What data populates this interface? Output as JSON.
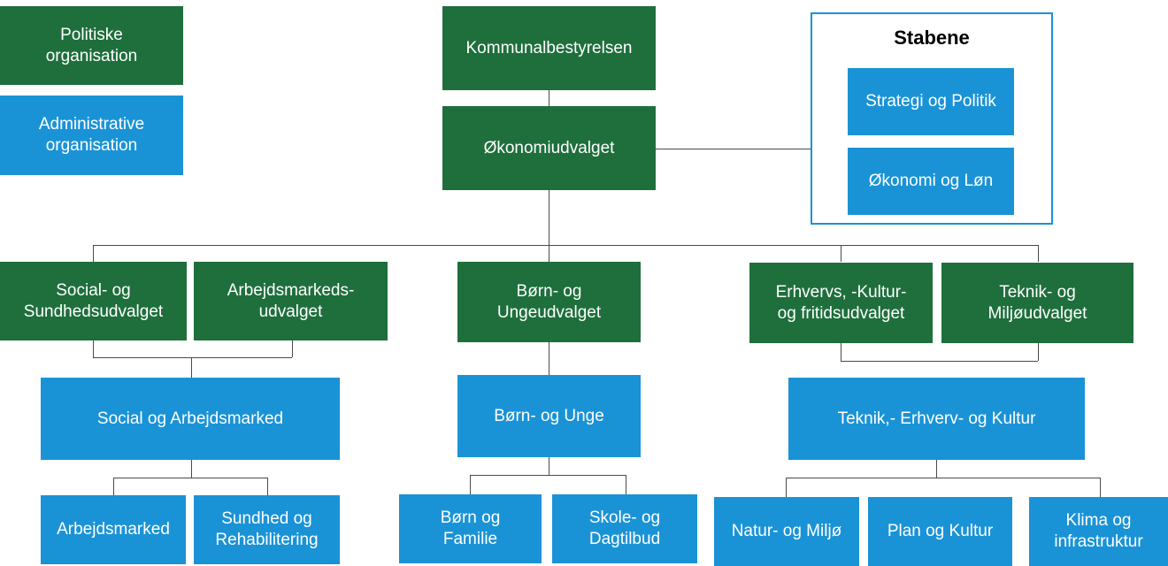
{
  "legend": {
    "political": "Politiske\norganisation",
    "administrative": "Administrative\norganisation"
  },
  "top": {
    "council": "Kommunalbestyrelsen",
    "finance_committee": "Økonomiudvalget"
  },
  "staff": {
    "title": "Stabene",
    "strategy": "Strategi og Politik",
    "finance": "Økonomi og Løn"
  },
  "committees": {
    "social_health": "Social- og\nSundhedsudvalget",
    "labour_market": "Arbejdsmarkeds-\nudvalget",
    "children_youth": "Børn- og\nUngeudvalget",
    "business_culture": "Erhvervs, -Kultur-\nog fritidsudvalget",
    "technical_env": "Teknik- og\nMiljøudvalget"
  },
  "departments": {
    "social_labour": "Social og Arbejdsmarked",
    "children_youth": "Børn- og Unge",
    "technical_business": "Teknik,- Erhverv- og Kultur"
  },
  "units": {
    "labour_market": "Arbejdsmarked",
    "health_rehab": "Sundhed og\nRehabilitering",
    "children_family": "Børn og\nFamilie",
    "school_daycare": "Skole- og\nDagtilbud",
    "nature_env": "Natur- og Miljø",
    "plan_culture": "Plan og Kultur",
    "climate_infra": "Klima og\ninfrastruktur"
  },
  "colors": {
    "political_green": "#1e6f3c",
    "administrative_blue": "#1a93d6"
  }
}
